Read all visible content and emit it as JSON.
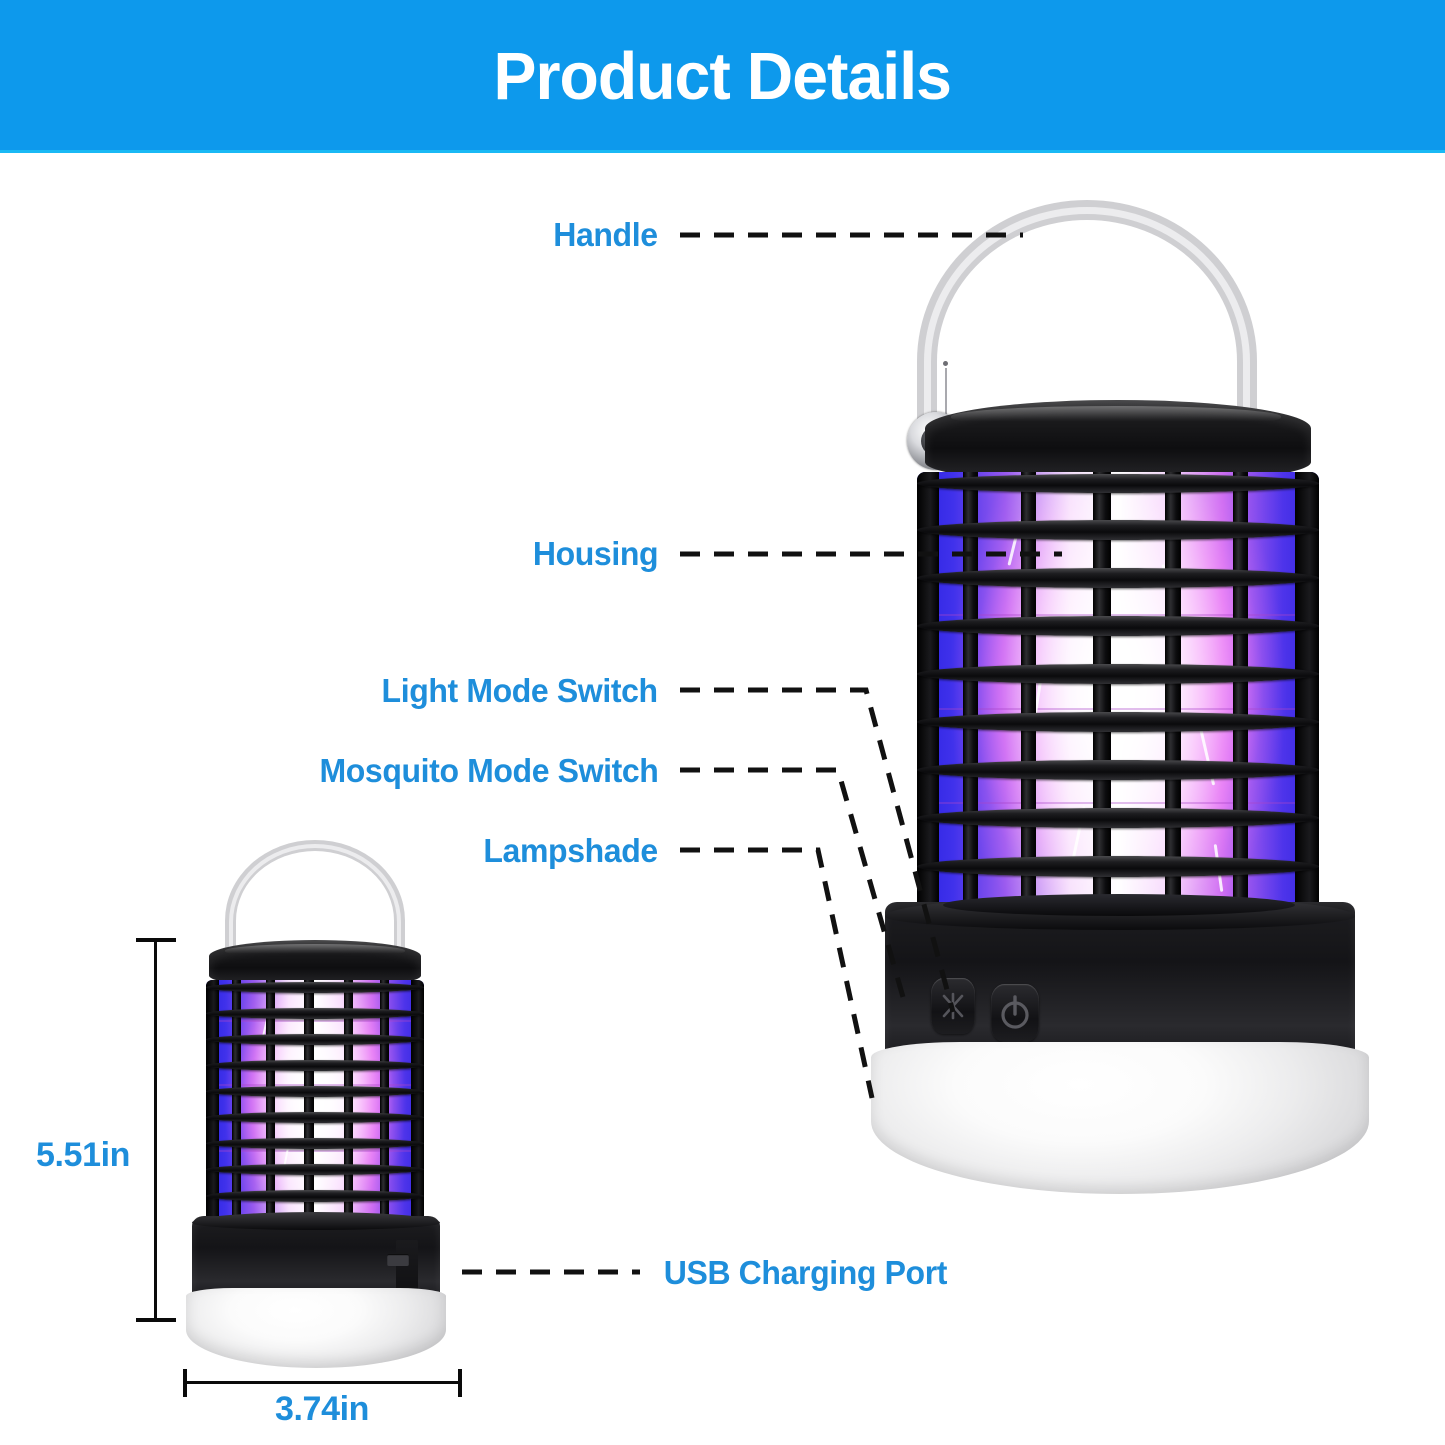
{
  "header": {
    "title": "Product Details",
    "bg_color": "#0d99ec",
    "text_color": "#ffffff"
  },
  "theme": {
    "label_color": "#1e8edb",
    "leader_color": "#111111",
    "background": "#ffffff"
  },
  "callouts": [
    {
      "id": "handle",
      "label": "Handle"
    },
    {
      "id": "housing",
      "label": "Housing"
    },
    {
      "id": "light-mode-switch",
      "label": "Light Mode Switch"
    },
    {
      "id": "mosquito-mode-switch",
      "label": "Mosquito Mode Switch"
    },
    {
      "id": "lampshade",
      "label": "Lampshade"
    },
    {
      "id": "usb-charging-port",
      "label": "USB Charging Port"
    }
  ],
  "dimensions": {
    "height": "5.51in",
    "width": "3.74in"
  },
  "product": {
    "name": "bug-zapper-camping-lantern",
    "buttons": [
      {
        "id": "mosquito-mode-button",
        "icon": "mosquito-icon"
      },
      {
        "id": "light-mode-button",
        "icon": "power-icon"
      }
    ],
    "glow_colors": {
      "core": "#ffffff",
      "mid": "#d87fe2",
      "edge": "#1a15a8"
    }
  }
}
